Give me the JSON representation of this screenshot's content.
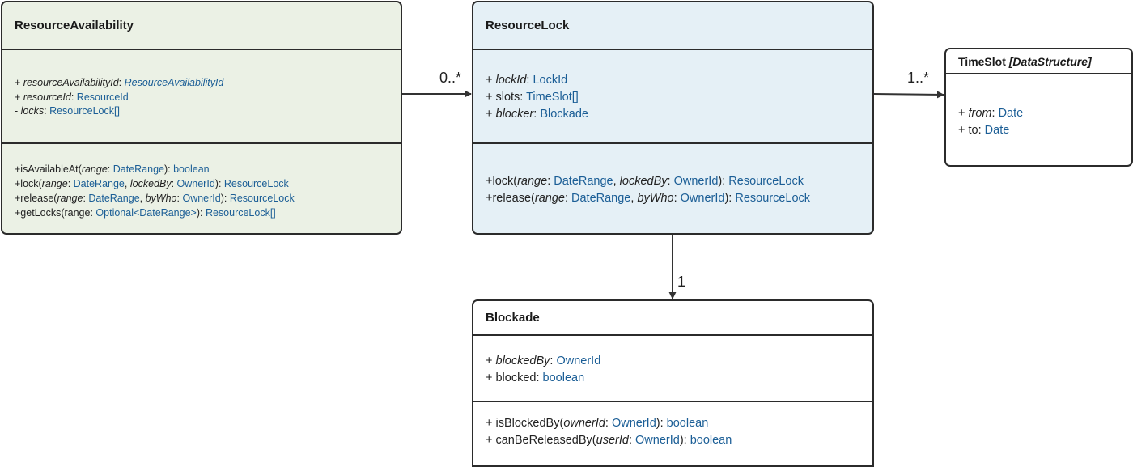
{
  "classes": {
    "resource_availability": {
      "name": "ResourceAvailability",
      "attributes": [
        {
          "prefix": "+ ",
          "name": "resourceAvailabilityId",
          "sep": ": ",
          "type": "ResourceAvailabilityId"
        },
        {
          "prefix": "+ ",
          "name": "resourceId",
          "sep": ": ",
          "type": "ResourceId"
        },
        {
          "prefix": "- ",
          "name": "locks",
          "sep": ": ",
          "type": "ResourceLock[]"
        }
      ],
      "methods": {
        "is_available_at": {
          "name": "+isAvailableAt(",
          "p1": "range",
          "c1": ": ",
          "t1": "DateRange",
          "close": "): ",
          "ret": "boolean"
        },
        "lock": {
          "name": "+lock(",
          "p1": "range",
          "c1": ": ",
          "t1": "DateRange",
          "s1": ", ",
          "p2": "lockedBy",
          "c2": ": ",
          "t2": "OwnerId",
          "close": "): ",
          "ret": "ResourceLock"
        },
        "release": {
          "name": "+release(",
          "p1": "range",
          "c1": ": ",
          "t1": "DateRange",
          "s1": ", ",
          "p2": "byWho",
          "c2": ": ",
          "t2": "OwnerId",
          "close": "): ",
          "ret": "ResourceLock"
        },
        "get_locks": {
          "name": "+getLocks(range: ",
          "t1": "Optional<DateRange>",
          "close": "): ",
          "ret": "ResourceLock[]"
        }
      }
    },
    "resource_lock": {
      "name": "ResourceLock",
      "attributes": {
        "lock_id": {
          "prefix": "+ ",
          "name": "lockId",
          "sep": ": ",
          "type": "LockId"
        },
        "slots": {
          "label": "+ slots: ",
          "type": "TimeSlot[]"
        },
        "blocker": {
          "prefix": "+ ",
          "name": "blocker",
          "sep": ": ",
          "type": "Blockade"
        }
      },
      "methods": {
        "lock": {
          "name": "+lock(",
          "p1": "range",
          "c1": ": ",
          "t1": "DateRange",
          "s1": ", ",
          "p2": "lockedBy",
          "c2": ": ",
          "t2": "OwnerId",
          "close": "): ",
          "ret": "ResourceLock"
        },
        "release": {
          "name": "+release(",
          "p1": "range",
          "c1": ": ",
          "t1": "DateRange",
          "s1": ", ",
          "p2": "byWho",
          "c2": ": ",
          "t2": "OwnerId",
          "close": "): ",
          "ret": "ResourceLock"
        }
      }
    },
    "time_slot": {
      "name": "TimeSlot",
      "stereotype": "[DataStructure]",
      "attributes": {
        "from": {
          "prefix": "+ ",
          "name": "from",
          "sep": ": ",
          "type": "Date"
        },
        "to": {
          "label": "+ to: ",
          "type": "Date"
        }
      }
    },
    "blockade": {
      "name": "Blockade",
      "attributes": {
        "blocked_by": {
          "prefix": "+ ",
          "name": "blockedBy",
          "sep": ": ",
          "type": "OwnerId"
        },
        "blocked": {
          "label": "+ blocked: ",
          "type": "boolean"
        }
      },
      "methods": {
        "is_blocked_by": {
          "name": "+ isBlockedBy(",
          "p1": "ownerId",
          "c1": ": ",
          "t1": "OwnerId",
          "close": "): ",
          "ret": "boolean"
        },
        "can_be_released_by": {
          "name": "+ canBeReleasedBy(",
          "p1": "userId",
          "c1": ": ",
          "t1": "OwnerId",
          "close": "): ",
          "ret": "boolean"
        }
      }
    }
  },
  "relations": {
    "availability_to_lock": {
      "multiplicity": "0..*"
    },
    "lock_to_timeslot": {
      "multiplicity": "1..*"
    },
    "lock_to_blockade": {
      "multiplicity": "1"
    }
  },
  "colors": {
    "type_text": "#1b5e96",
    "availability_fill": "#ebf1e5",
    "lock_fill": "#e5f0f6",
    "border": "#2b2b2b"
  }
}
